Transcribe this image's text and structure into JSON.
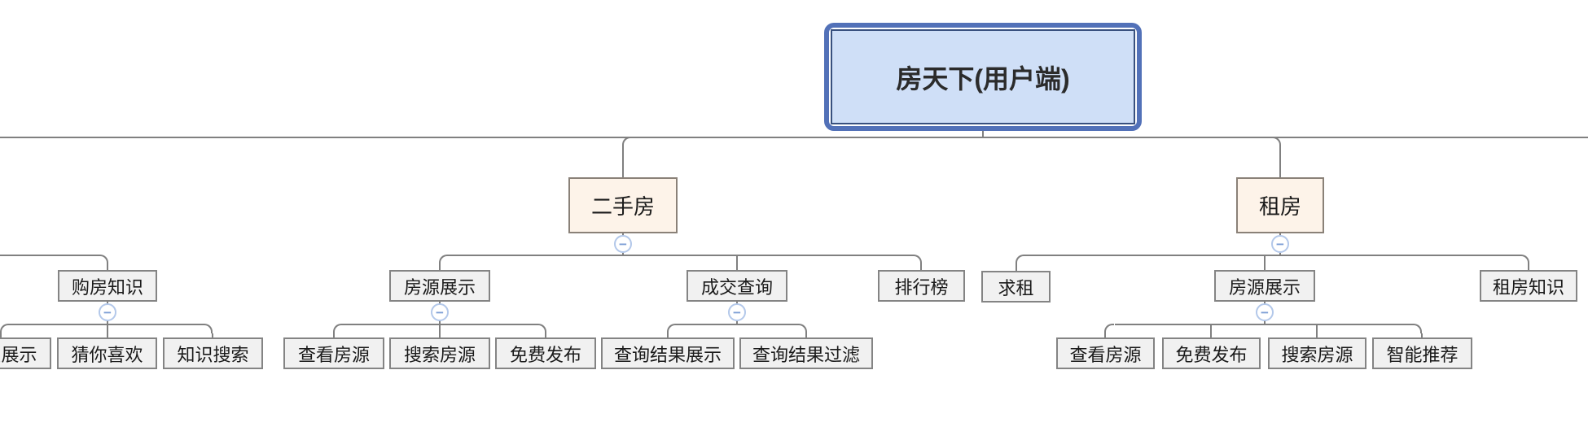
{
  "mindmap": {
    "collapse_symbol": "−",
    "root": {
      "label": "房天下(用户端)"
    },
    "offscreen_left_branch": {
      "purchase_knowledge": {
        "label": "购房知识",
        "children": {
          "knowledge_display": {
            "label": "知识展示",
            "note": "clipped at left screen edge, only 展示 visible"
          },
          "guess_you_like": {
            "label": "猜你喜欢"
          },
          "knowledge_search": {
            "label": "知识搜索"
          }
        }
      }
    },
    "second_hand": {
      "label": "二手房",
      "children": {
        "listing_display": {
          "label": "房源展示",
          "children": {
            "view_listings": {
              "label": "查看房源"
            },
            "search_listings": {
              "label": "搜索房源"
            },
            "free_publish": {
              "label": "免费发布"
            }
          }
        },
        "deal_query": {
          "label": "成交查询",
          "children": {
            "query_result_display": {
              "label": "查询结果展示"
            },
            "query_result_filter": {
              "label": "查询结果过滤"
            }
          }
        },
        "ranking": {
          "label": "排行榜"
        }
      }
    },
    "rent": {
      "label": "租房",
      "children": {
        "seek_rent": {
          "label": "求租"
        },
        "listing_display": {
          "label": "房源展示",
          "children": {
            "view_listings": {
              "label": "查看房源"
            },
            "free_publish": {
              "label": "免费发布"
            },
            "search_listings": {
              "label": "搜索房源"
            },
            "smart_recommend": {
              "label": "智能推荐"
            }
          }
        },
        "rent_knowledge": {
          "label": "租房知识"
        }
      }
    },
    "colors": {
      "connector": "#808080",
      "node_fill": "#f1f1f1",
      "node_border": "#848484",
      "branch_fill": "#fdf3e9",
      "branch_border": "#8a8178",
      "root_fill": "#cfdff7",
      "root_outer_border": "#5271b8",
      "root_inner_border": "#38507e",
      "collapse_border": "#b3c8ea",
      "collapse_glyph": "#7d9fd6"
    }
  }
}
